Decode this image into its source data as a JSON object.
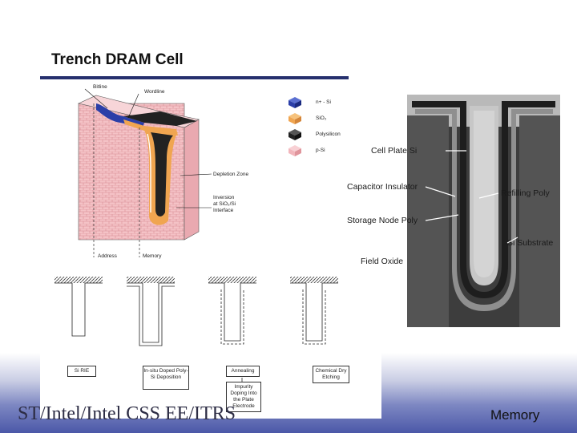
{
  "slide": {
    "footer_left": "ST/Intel/Intel CSS EE/ITRS",
    "footer_right": "Memory",
    "colors": {
      "title_rule": "#26306e",
      "gradient_bottom": "#4b58a8"
    }
  },
  "figure": {
    "title": "Trench DRAM Cell",
    "cell_labels": {
      "bitline": "Bitline",
      "wordline": "Wordline",
      "depletion_zone": "Depletion Zone",
      "inversion": [
        "Inversion",
        "at SiO₂/Si",
        "Interface"
      ],
      "address": "Address",
      "memory": "Memory"
    },
    "legend": [
      {
        "label": "n+ - Si",
        "color": "#2b3fa8",
        "icon": "blue-cube-icon"
      },
      {
        "label": "SiO₂",
        "color": "#f0a550",
        "icon": "orange-cube-icon"
      },
      {
        "label": "Polysilicon",
        "color": "#222222",
        "icon": "black-cube-icon"
      },
      {
        "label": "p-Si",
        "color": "#f2b6bc",
        "icon": "pink-cube-icon"
      }
    ],
    "process_steps": [
      "Si RIE",
      "In-situ Doped Poly-Si Deposition",
      "Annealing",
      "Chemical Dry Etching"
    ],
    "process_note": "Impurity Doping Into the Plate Electrode"
  },
  "sem": {
    "labels": {
      "cell_plate": "Cell Plate Si",
      "capacitor_insulator": "Capacitor Insulator",
      "storage_node": "Storage Node Poly",
      "field_oxide": "Field Oxide",
      "refilling_poly": "Refilling Poly",
      "substrate": "Si Substrate"
    }
  }
}
